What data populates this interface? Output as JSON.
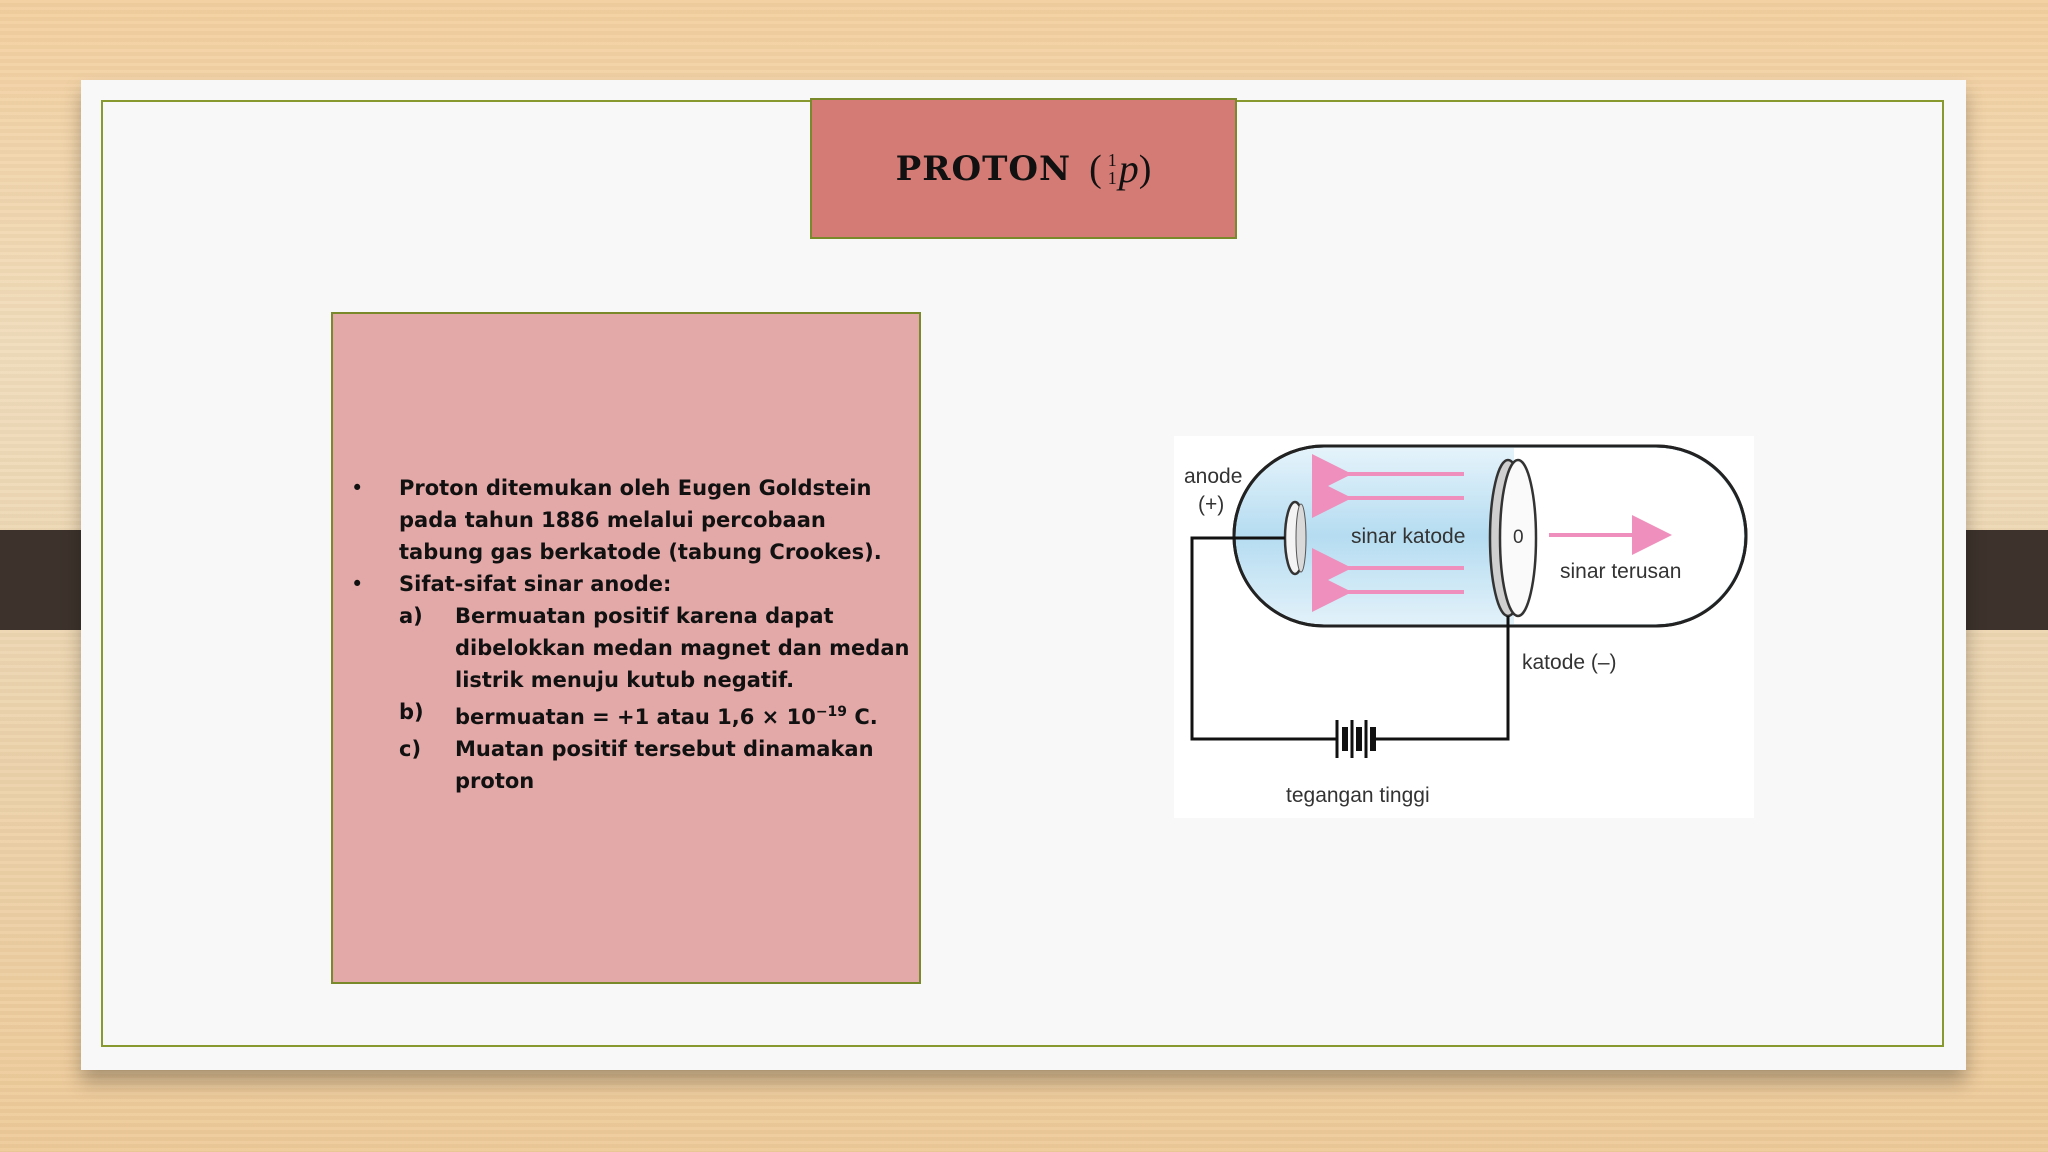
{
  "slide": {
    "title": "PROTON",
    "nuclide": {
      "mass_number": "1",
      "atomic_number": "1",
      "symbol": "p"
    }
  },
  "content": {
    "bullets": [
      {
        "text": "Proton ditemukan oleh Eugen Goldstein pada tahun 1886 melalui percobaan tabung gas berkatode (tabung Crookes)."
      },
      {
        "text": "Sifat-sifat sinar anode:"
      }
    ],
    "sub_items": [
      {
        "marker": "a)",
        "text": "Bermuatan positif karena dapat dibelokkan medan magnet dan medan listrik menuju kutub negatif."
      },
      {
        "marker": "b)",
        "text_before": "bermuatan = +1 atau 1,6 × 10",
        "exponent": "−19",
        "text_after": " C."
      },
      {
        "marker": "c)",
        "text": "Muatan positif tersebut dinamakan proton"
      }
    ]
  },
  "diagram": {
    "anode_label": "anode",
    "anode_sign": "(+)",
    "cathode_ray_label": "sinar katode",
    "zero_label": "0",
    "canal_ray_label": "sinar terusan",
    "cathode_label": "katode (–)",
    "voltage_label": "tegangan tinggi",
    "arrow_color": "#ee8fbd"
  }
}
